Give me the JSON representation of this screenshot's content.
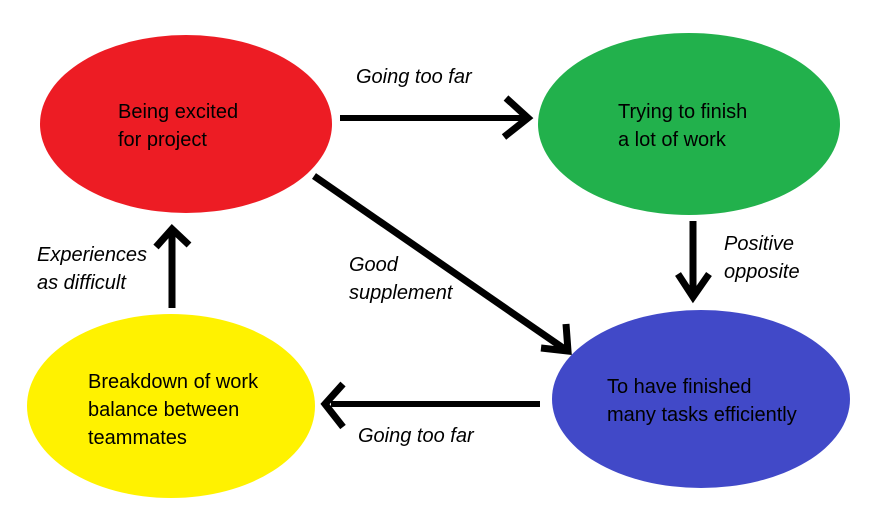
{
  "diagram_type": "concept-cycle-diagram",
  "background_color": "#ffffff",
  "text_color": "#000000",
  "arrow_color": "#000000",
  "nodes": {
    "red": {
      "color": "#ed1c24",
      "label": "Being excited for project",
      "lines": [
        "Being excited",
        "for project"
      ]
    },
    "green": {
      "color": "#22b14c",
      "label": "Trying to finish a lot of work",
      "lines": [
        "Trying to finish",
        "a lot of work"
      ]
    },
    "blue": {
      "color": "#4149c8",
      "label": "To have finished many tasks efficiently",
      "lines": [
        "To have finished",
        "many tasks efficiently"
      ]
    },
    "yellow": {
      "color": "#fff200",
      "label": "Breakdown of work balance between teammates",
      "lines": [
        "Breakdown of work",
        "balance between",
        "teammates"
      ]
    }
  },
  "edges": {
    "red_to_green": {
      "from": "red",
      "to": "green",
      "label": "Going too far",
      "lines": [
        "Going too far"
      ]
    },
    "green_to_blue": {
      "from": "green",
      "to": "blue",
      "label": "Positive opposite",
      "lines": [
        "Positive",
        "opposite"
      ]
    },
    "red_to_blue": {
      "from": "red",
      "to": "blue",
      "label": "Good supplement",
      "lines": [
        "Good",
        "supplement"
      ]
    },
    "blue_to_yellow": {
      "from": "blue",
      "to": "yellow",
      "label": "Going too far",
      "lines": [
        "Going too far"
      ]
    },
    "yellow_to_red": {
      "from": "yellow",
      "to": "red",
      "label": "Experiences as difficult",
      "lines": [
        "Experiences",
        "as difficult"
      ]
    }
  }
}
